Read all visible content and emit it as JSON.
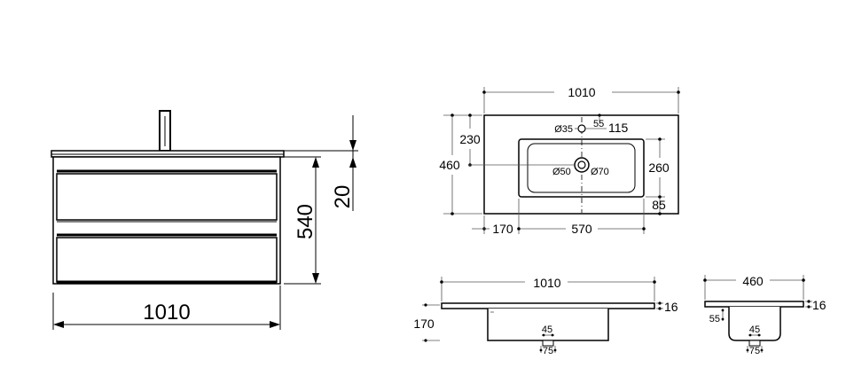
{
  "front_view": {
    "width": "1010",
    "height": "540",
    "top_thickness": "20"
  },
  "top_view": {
    "width": "1010",
    "depth": "460",
    "tap_offset": "230",
    "tap_hole": "Ø35",
    "tap_dim_a": "55",
    "tap_dim_b": "115",
    "drain_hole": "Ø50",
    "drain_outer": "Ø70",
    "basin_depth": "260",
    "front_margin": "85",
    "side_margin": "170",
    "basin_width": "570"
  },
  "side_section_long": {
    "width": "1010",
    "thickness": "16",
    "depth": "170",
    "drain_a": "45",
    "drain_b": "75"
  },
  "side_section_short": {
    "width": "460",
    "thickness": "16",
    "offset": "55",
    "drain_a": "45",
    "drain_b": "75"
  }
}
